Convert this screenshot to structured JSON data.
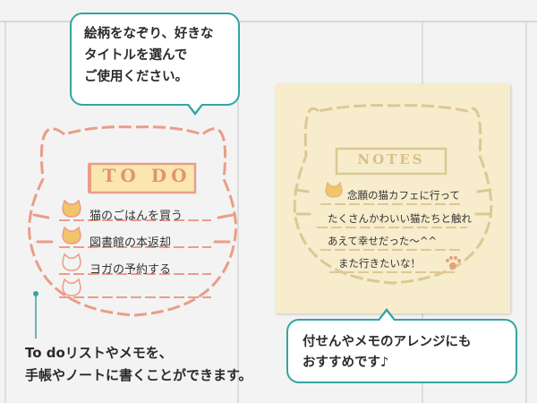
{
  "callouts": {
    "top": [
      "絵柄をなぞり、好きな",
      "タイトルを選んで",
      "ご使用ください。"
    ],
    "bottom_right": [
      "付せんやメモのアレンジにも",
      "おすすめです♪"
    ]
  },
  "caption": [
    "To doリストやメモを、",
    "手帳やノートに書くことができます。"
  ],
  "todo": {
    "title": "TO DO",
    "items": [
      "猫のごはんを買う",
      "図書館の本返却",
      "ヨガの予約する",
      ""
    ]
  },
  "note": {
    "title": "NOTES",
    "lines": [
      "念願の猫カフェに行って",
      "たくさんかわいい猫たちと触れ",
      "あえて幸せだった～^^",
      "また行きたいな！"
    ]
  },
  "colors": {
    "accent": "#33a5a3",
    "cat_line": "#ea9d87",
    "note_bg": "#f7eccb",
    "note_line": "#dcc895",
    "icon_fill": "#f2c46b"
  }
}
